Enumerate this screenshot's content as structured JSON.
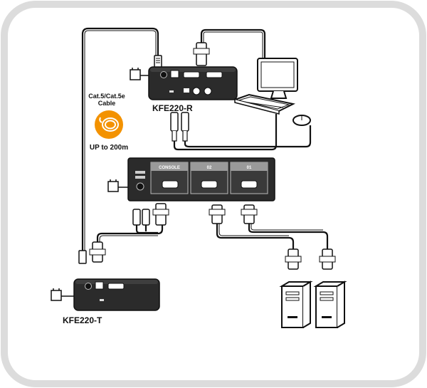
{
  "labels": {
    "receiver_model": "KFE220-R",
    "transmitter_model": "KFE220-T",
    "cable_type_line1": "Cat.5/Cat.5e",
    "cable_type_line2": "Cable",
    "distance": "UP to 200m"
  },
  "switch_ports": {
    "console": "CONSOLE",
    "port2": "02",
    "port1": "01"
  },
  "colors": {
    "frame": "#dcdcdc",
    "device_body": "#2b2b2b",
    "accent_orange": "#f39200",
    "cable": "#111111"
  }
}
